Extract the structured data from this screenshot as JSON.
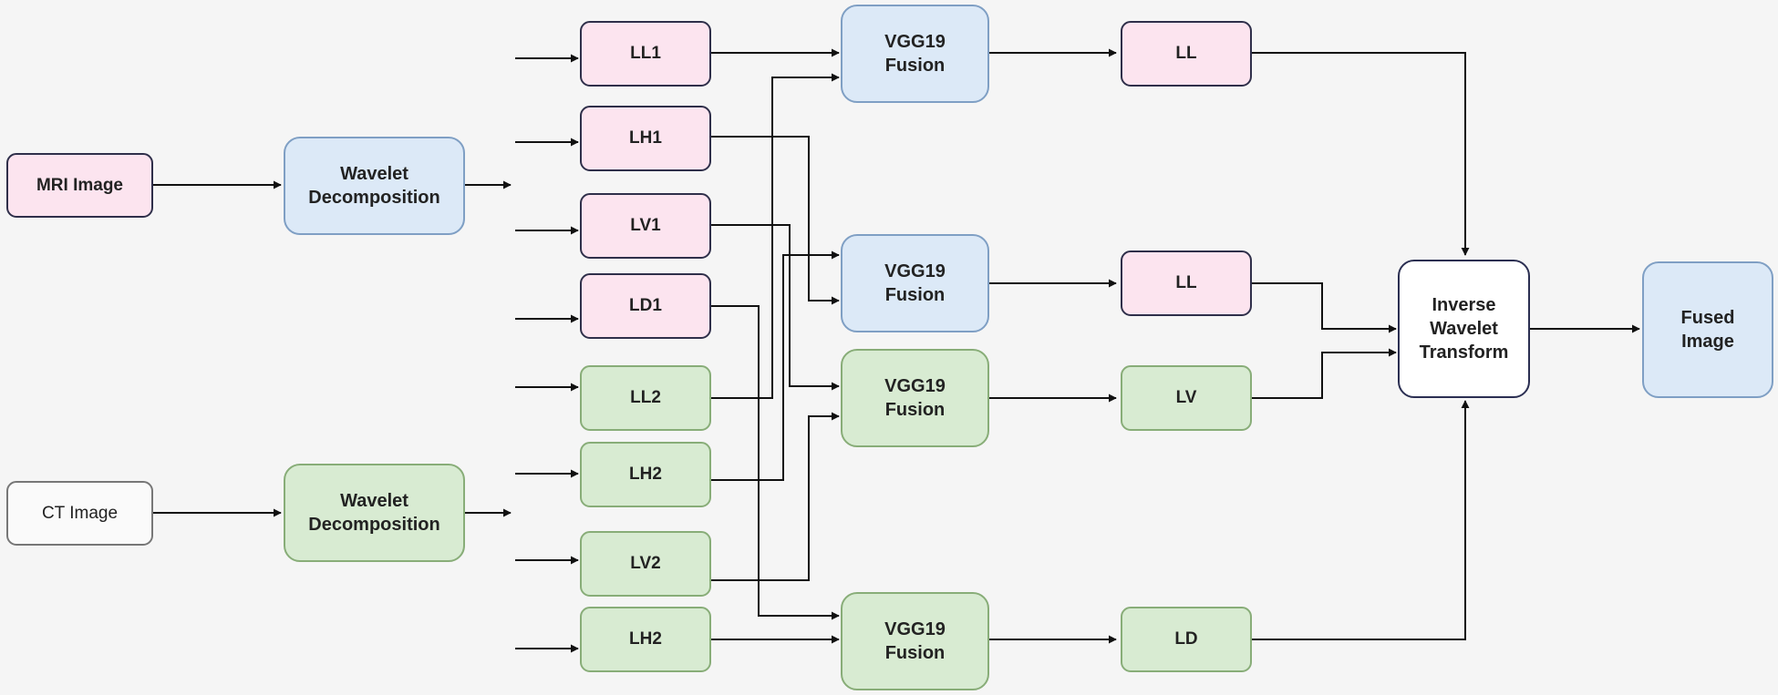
{
  "diagram": {
    "inputs": {
      "mri": "MRI Image",
      "ct": "CT Image"
    },
    "decomposition": {
      "mri": "Wavelet\nDecomposition",
      "ct": "Wavelet\nDecomposition"
    },
    "mri_bands": [
      "LL1",
      "LH1",
      "LV1",
      "LD1"
    ],
    "ct_bands": [
      "LL2",
      "LH2",
      "LV2",
      "LH2"
    ],
    "fusion": [
      "VGG19\nFusion",
      "VGG19\nFusion",
      "VGG19\nFusion",
      "VGG19\nFusion"
    ],
    "fused_bands": [
      "LL",
      "LL",
      "LV",
      "LD"
    ],
    "inverse": "Inverse\nWavelet\nTransform",
    "output": "Fused\nImage"
  }
}
